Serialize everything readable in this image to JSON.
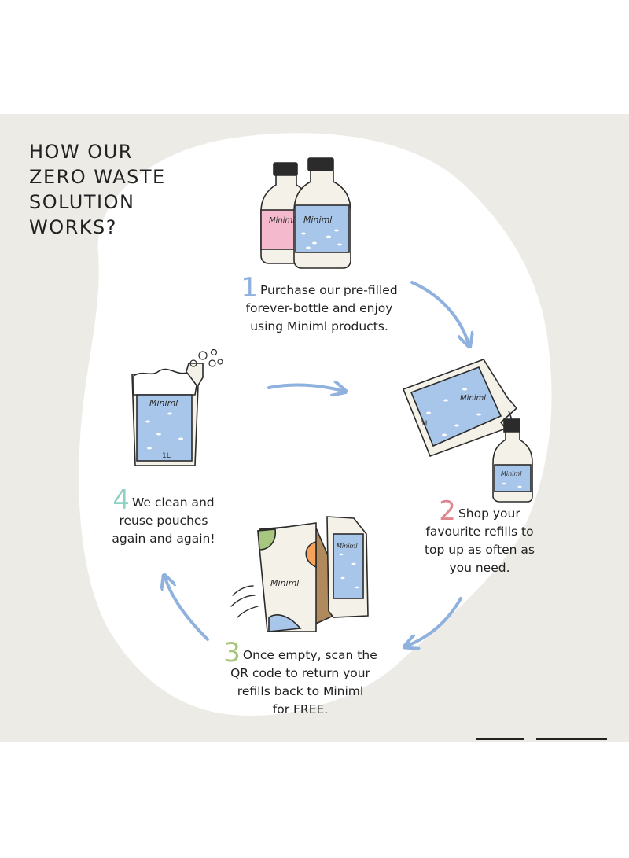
{
  "heading": "HOW OUR\nZERO WASTE\nSOLUTION\nWORKS?",
  "brand": "Miniml",
  "volume": "1L",
  "steps": [
    {
      "number": "1",
      "color": "#8fb1de",
      "lines": [
        "Purchase our pre-filled",
        "forever-bottle and enjoy",
        "using Miniml products."
      ]
    },
    {
      "number": "2",
      "color": "#e0868f",
      "lines": [
        "Shop your",
        "favourite refills to",
        "top up as often as",
        "you need."
      ]
    },
    {
      "number": "3",
      "color": "#a7c67e",
      "lines": [
        "Once empty, scan the",
        "QR code to return your",
        "refills back to Miniml",
        "for FREE."
      ]
    },
    {
      "number": "4",
      "color": "#8fd1c3",
      "lines": [
        "We clean and",
        "reuse pouches",
        "again and again!"
      ]
    }
  ],
  "colors": {
    "panel": "#ecebe5",
    "blob": "#ffffff",
    "arrow": "#8fb1de",
    "label_blue": "#a8c6ea",
    "label_pink": "#f2b8cb"
  },
  "icons": [
    "bottle-pair-icon",
    "pouring-pouch-icon",
    "mailer-box-icon",
    "foaming-pouch-icon",
    "arrow-icon"
  ]
}
